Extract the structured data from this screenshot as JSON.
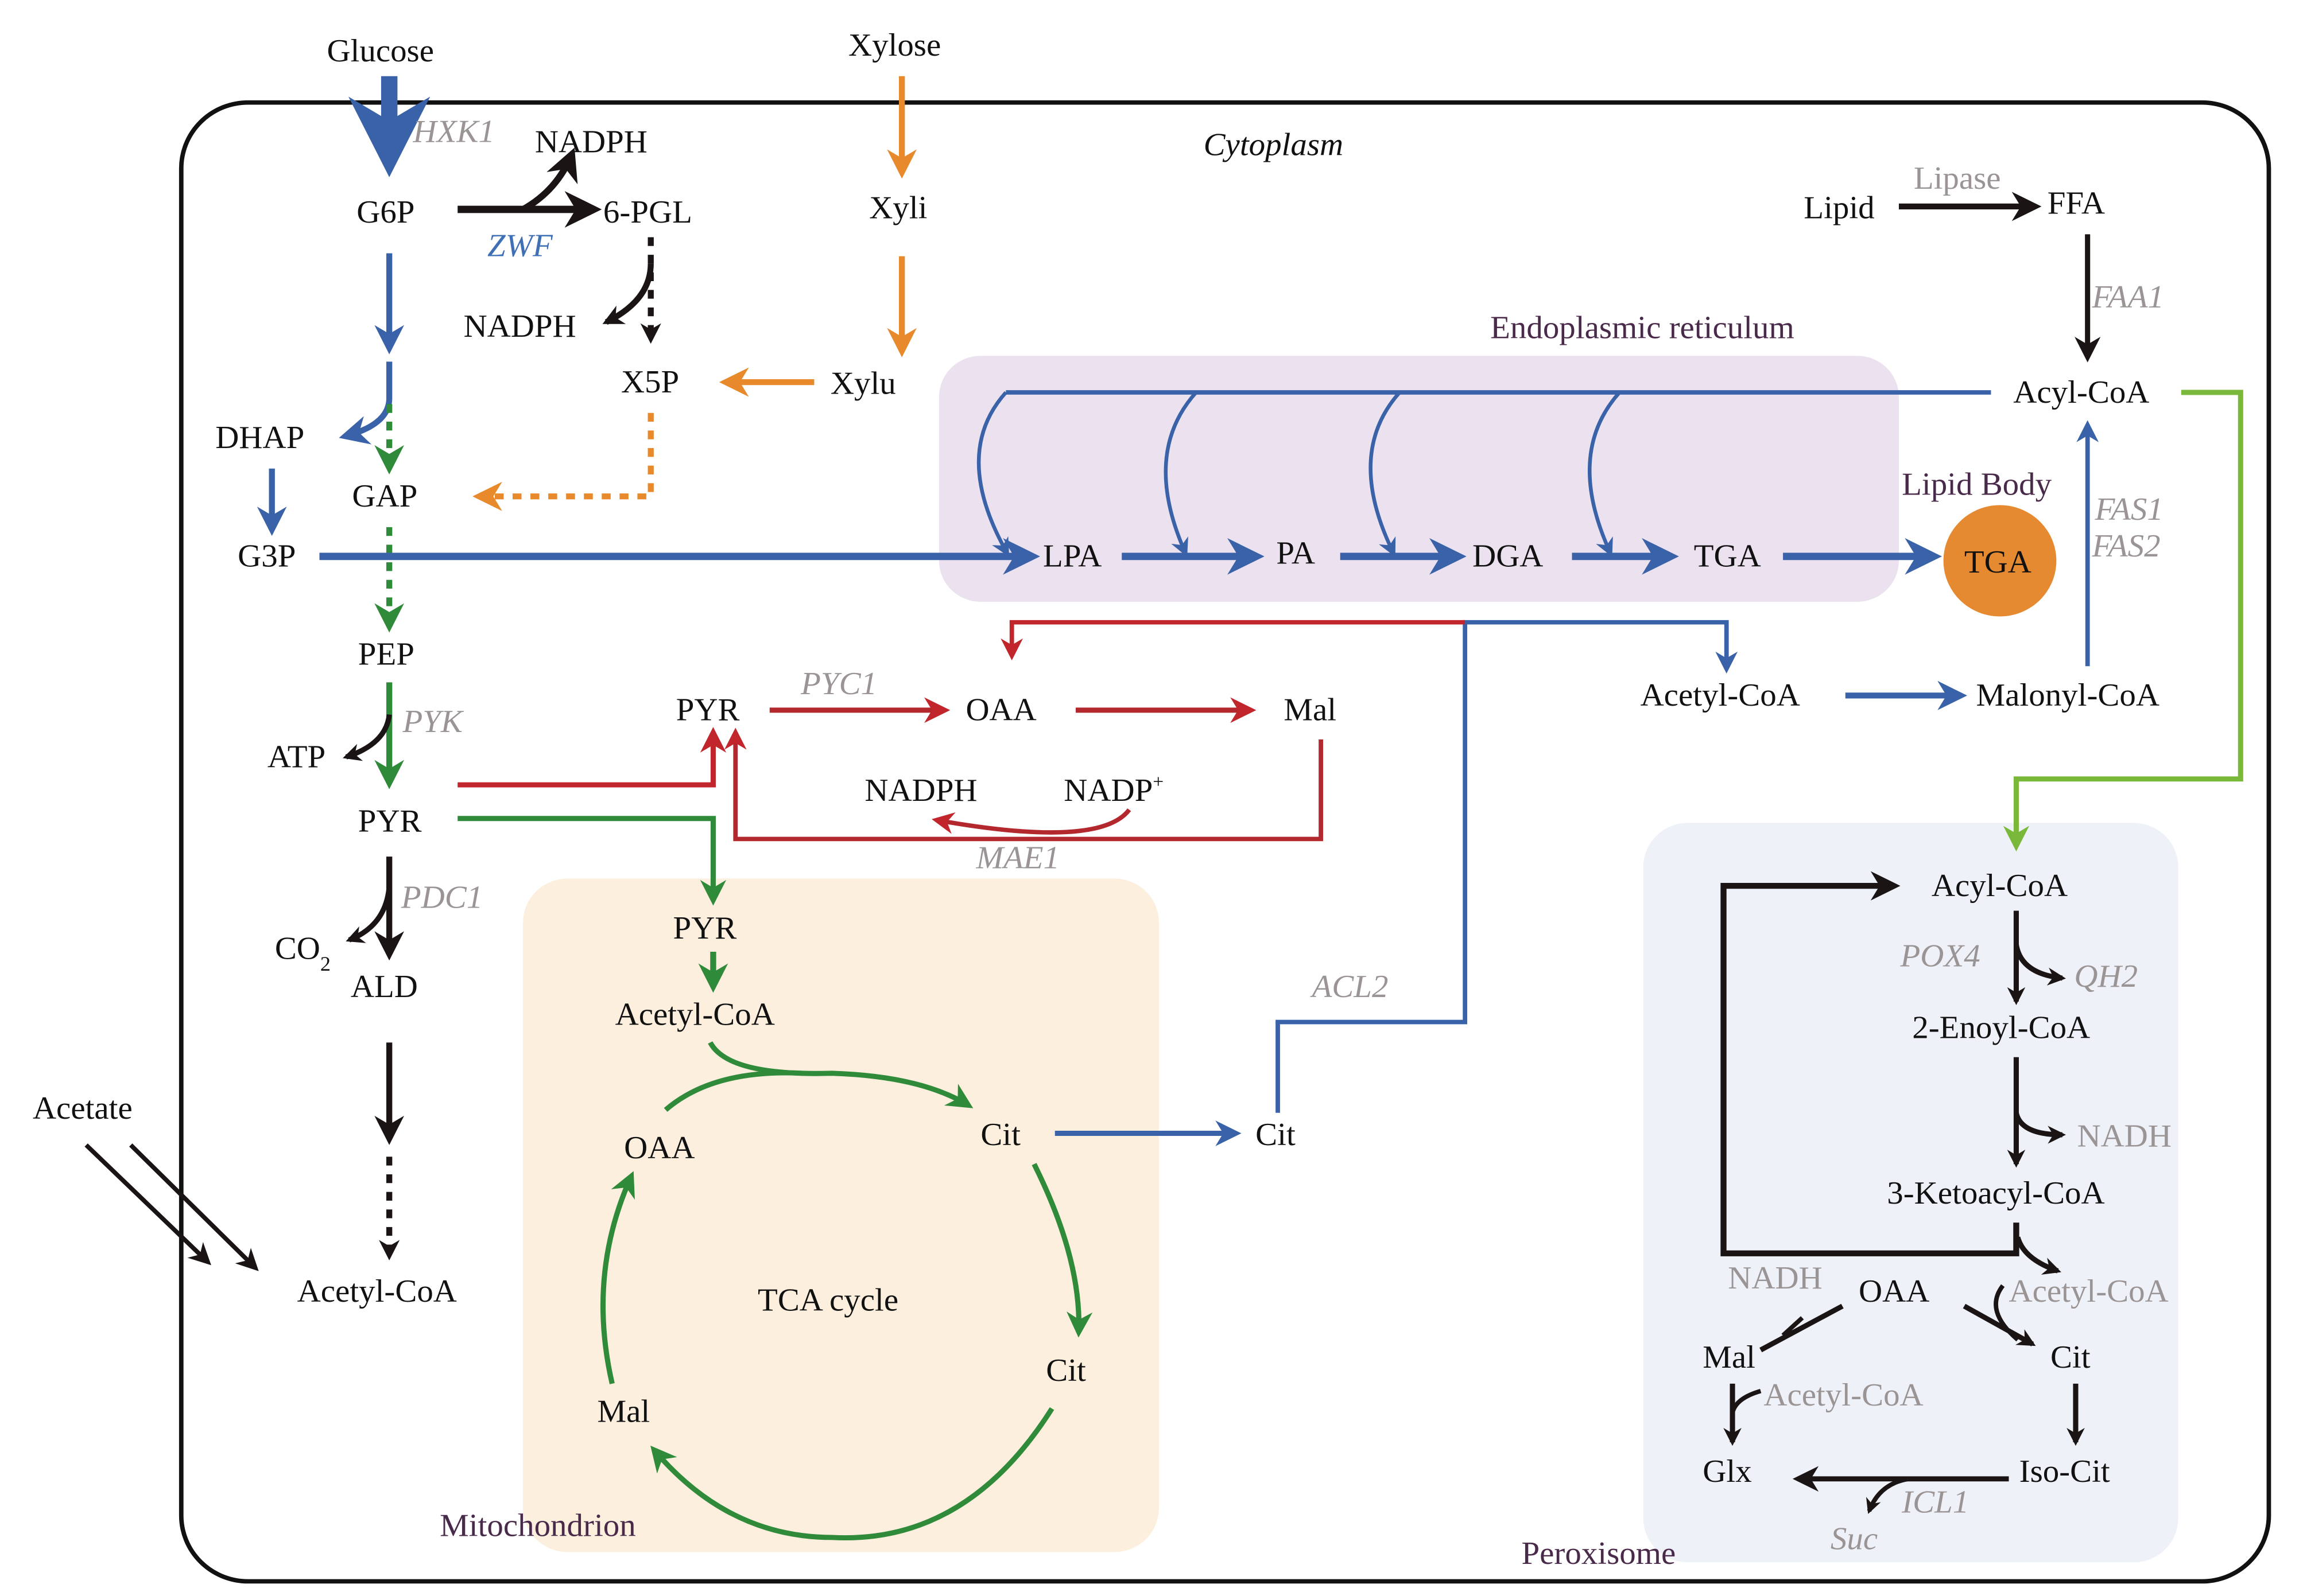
{
  "colors": {
    "glycolysis_blue": "#3a62a8",
    "xylose_orange": "#e88a2b",
    "glycolysis_green": "#2f8a3a",
    "malic_red": "#c0262b",
    "beta_oxidation_green": "#7ab83a",
    "er_fill": "#ece1ee",
    "mito_fill": "#fcefdd",
    "perox_fill": "#eef1f8",
    "lipid_body_fill": "#e58a30",
    "gene_gray": "#9a9494",
    "organelle_label": "#4a2a4a"
  },
  "compartments": {
    "cytoplasm": "Cytoplasm",
    "er": "Endoplasmic reticulum",
    "lipid_body": "Lipid Body",
    "mitochondrion": "Mitochondrion",
    "peroxisome": "Peroxisome"
  },
  "substrates": {
    "glucose": "Glucose",
    "xylose": "Xylose",
    "acetate": "Acetate"
  },
  "glycolysis": {
    "g6p": "G6P",
    "nadph_top": "NADPH",
    "pgl": "6-PGL",
    "nadph_mid": "NADPH",
    "x5p": "X5P",
    "dhap": "DHAP",
    "gap": "GAP",
    "g3p": "G3P",
    "pep": "PEP",
    "atp": "ATP",
    "pyr": "PYR",
    "co2": "CO",
    "co2_sub": "2",
    "ald": "ALD",
    "acetyl_coa": "Acetyl-CoA"
  },
  "xylose_path": {
    "xyli": "Xyli",
    "xylu": "Xylu"
  },
  "lipid_synthesis": {
    "lpa": "LPA",
    "pa": "PA",
    "dga": "DGA",
    "tga": "TGA",
    "tga_body": "TGA",
    "lipid": "Lipid",
    "ffa": "FFA",
    "acyl_coa": "Acyl-CoA",
    "acetyl_coa": "Acetyl-CoA",
    "malonyl_coa": "Malonyl-CoA"
  },
  "malic_cycle": {
    "pyr": "PYR",
    "oaa": "OAA",
    "mal": "Mal",
    "nadph": "NADPH",
    "nadp": "NADP",
    "nadp_sup": "+"
  },
  "mitochondrion": {
    "pyr": "PYR",
    "acetyl_coa": "Acetyl-CoA",
    "cit_top": "Cit",
    "cit_bottom": "Cit",
    "mal": "Mal",
    "oaa": "OAA",
    "tca_label": "TCA cycle",
    "cit_cyto": "Cit"
  },
  "peroxisome": {
    "acyl_coa": "Acyl-CoA",
    "enoyl_coa": "2-Enoyl-CoA",
    "qh2": "QH2",
    "nadh_right": "NADH",
    "ketoacyl_coa": "3-Ketoacyl-CoA",
    "acetyl_coa_out": "Acetyl-CoA",
    "nadh_left": "NADH",
    "oaa": "OAA",
    "mal": "Mal",
    "cit": "Cit",
    "acetyl_coa_in": "Acetyl-CoA",
    "glx": "Glx",
    "iso_cit": "Iso-Cit",
    "suc": "Suc"
  },
  "genes": {
    "hxk1": "HXK1",
    "zwf": "ZWF",
    "pyk": "PYK",
    "pdc1": "PDC1",
    "pyc1": "PYC1",
    "mae1": "MAE1",
    "acl2": "ACL2",
    "lipase": "Lipase",
    "faa1": "FAA1",
    "fas1": "FAS1",
    "fas2": "FAS2",
    "pox4": "POX4",
    "icl1": "ICL1"
  }
}
